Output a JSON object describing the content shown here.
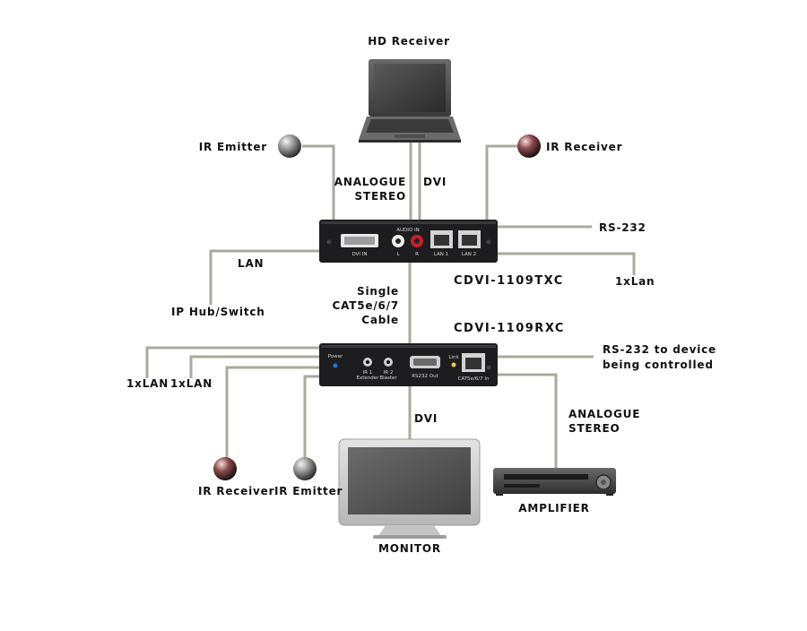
{
  "labels": {
    "hd_receiver": "HD Receiver",
    "ir_emitter_top": "IR Emitter",
    "ir_receiver_top": "IR Receiver",
    "analogue_stereo_top_1": "ANALOGUE",
    "analogue_stereo_top_2": "STEREO",
    "dvi_top": "DVI",
    "rs232_top": "RS-232",
    "lan": "LAN",
    "ip_hub": "IP Hub/Switch",
    "lan1x_top": "1xLan",
    "tx_model": "CDVI-1109TXC",
    "cable_1": "Single",
    "cable_2": "CAT5e/6/7",
    "cable_3": "Cable",
    "rx_model": "CDVI-1109RXC",
    "rs232_device_1": "RS-232 to device",
    "rs232_device_2": "being controlled",
    "lan_left_1": "1xLAN",
    "lan_left_2": "1xLAN",
    "analogue_stereo_bottom_1": "ANALOGUE",
    "analogue_stereo_bottom_2": "STEREO",
    "dvi_bottom": "DVI",
    "ir_receiver_bottom": "IR Receiver",
    "ir_emitter_bottom": "IR Emitter",
    "amplifier": "AMPLIFIER",
    "monitor": "MONITOR"
  },
  "tx_panel": {
    "dvi_in": "DVI IN",
    "audio_in": "AUDIO IN",
    "l": "L",
    "r": "R",
    "lan1": "LAN 1",
    "lan2": "LAN 2"
  },
  "rx_panel": {
    "power": "Power",
    "ir1": "IR 1",
    "ir1_sub": "Extender",
    "ir2": "IR 2",
    "ir2_sub": "Blaster",
    "rs232_out": "RS232 Out",
    "link": "Link",
    "cat_in": "CAT5e/6/7 In"
  },
  "colors": {
    "cable": "#aaa99c",
    "device_body": "#1d1d1f",
    "power_led": "#2a6fd6",
    "link_led": "#e6d13a",
    "rca_red": "#c8202a"
  }
}
